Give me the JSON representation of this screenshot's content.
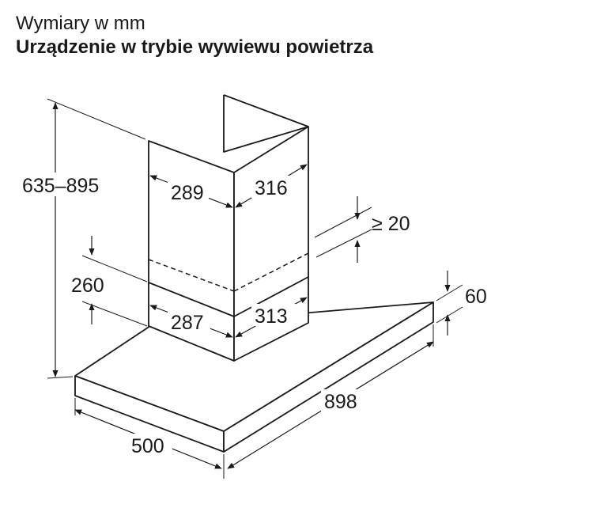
{
  "header": {
    "subtitle": "Wymiary w mm",
    "title": "Urządzenie w trybie wywiewu powietrza"
  },
  "dimensions": {
    "total_height": "635–895",
    "chimney_upper_width": "289",
    "chimney_upper_depth": "316",
    "clearance_min": "≥ 20",
    "chimney_lower_height": "260",
    "chimney_lower_width": "287",
    "chimney_lower_depth": "313",
    "canopy_thickness": "60",
    "canopy_width": "898",
    "canopy_depth": "500"
  }
}
